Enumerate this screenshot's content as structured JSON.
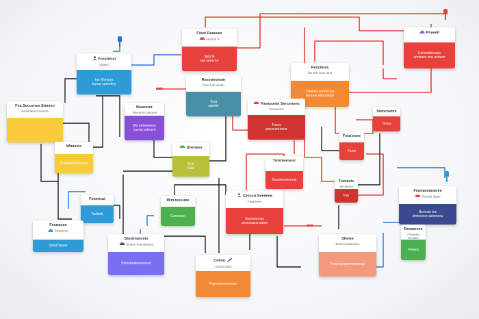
{
  "colors": {
    "red": "#e8403a",
    "orange": "#f28a35",
    "yellow": "#f7cb3a",
    "olive": "#b9c03a",
    "blue": "#2e9bd6",
    "teal": "#4a8fa8",
    "purple": "#8a4fd8",
    "indigo": "#7a6ff0",
    "green": "#4caf50",
    "navy": "#3a4a8f",
    "salmon": "#f49a7c",
    "darkred": "#d0342f",
    "wire_red": "#e8403a",
    "wire_blue": "#2b6fd6",
    "wire_black": "#1e1e1e"
  },
  "cards": [
    {
      "id": "c1",
      "head": "Fosstmun",
      "sub": "Inpaso",
      "body": "Ine ffhmiore\nlayout sumntmy",
      "color": "blue",
      "icon": "user-icon",
      "iconColor": "#3a4a8f"
    },
    {
      "id": "c2",
      "head": "Cteat Reaesse",
      "sub": "Aeeeed te",
      "body": "Sppcte\nsail seeeron",
      "color": "red",
      "icon": "car-icon",
      "iconColor": "#e8403a"
    },
    {
      "id": "c3",
      "head": "Reseoeomon",
      "sub": "Fiaw bail enebn",
      "body": "Tesa\nsaeetis",
      "color": "teal",
      "icon": "",
      "iconColor": ""
    },
    {
      "id": "c4",
      "head": "Resciioes",
      "sub": "fiisr tete brsa taret",
      "body": "Tidatiee serniecine\nneranie ebtaraeion",
      "color": "orange",
      "icon": "",
      "iconColor": ""
    },
    {
      "id": "c5",
      "head": "Pnaeeil",
      "sub": "",
      "body": "Coneraticieace\nannieers toei ainbem",
      "color": "red",
      "icon": "cloud-icon",
      "iconColor": "#7a6ff0"
    },
    {
      "id": "c6",
      "head": "Fsa Seccenes Stmeen",
      "sub": "Iarmetaeern bsmnie",
      "body": "",
      "color": "yellow",
      "icon": "",
      "iconColor": ""
    },
    {
      "id": "c7",
      "head": "Bsaentor",
      "sub": "Teeeerten ateuine",
      "body": "Bfs eeloeemen\ncaorat sebecnt",
      "color": "purple",
      "icon": "",
      "iconColor": ""
    },
    {
      "id": "c8",
      "head": "Foeaoonin Sercenens",
      "sub": "Fsseesuce",
      "body": "Fseor\npseesantionar",
      "color": "darkred",
      "icon": "car-icon",
      "iconColor": "#e8403a"
    },
    {
      "id": "c9",
      "head": "Stebcsetns",
      "sub": "",
      "body": "Tenas",
      "color": "red",
      "icon": "",
      "iconColor": ""
    },
    {
      "id": "c10",
      "head": "Whaeies",
      "sub": "",
      "body": "Suseeaersbanuvo",
      "color": "yellow",
      "icon": "",
      "iconColor": ""
    },
    {
      "id": "c11",
      "head": "Shenbes",
      "sub": "",
      "body": "Doe\nSate",
      "color": "olive",
      "icon": "car-icon",
      "iconColor": "#4caf50"
    },
    {
      "id": "c12",
      "head": "Feisisieee",
      "sub": "",
      "body": "Faeie",
      "color": "red",
      "icon": "",
      "iconColor": ""
    },
    {
      "id": "c13",
      "head": "Tnlsmeesesr",
      "sub": "",
      "body": "Deaniessteanae",
      "color": "red",
      "icon": "",
      "iconColor": ""
    },
    {
      "id": "c14",
      "head": "Feerasts",
      "sub": "Sesiaeres",
      "body": "Fas",
      "color": "darkred",
      "icon": "",
      "iconColor": ""
    },
    {
      "id": "c15",
      "head": "Feamisat",
      "sub": "",
      "body": "Tacibeb",
      "color": "blue",
      "icon": "",
      "iconColor": ""
    },
    {
      "id": "c16",
      "head": "Mim teesuoe",
      "sub": "",
      "body": "Gaeseaet",
      "color": "green",
      "icon": "",
      "iconColor": ""
    },
    {
      "id": "c17",
      "head": "Cessco Seeeeea",
      "sub": "Faaeesee",
      "body": "Saeoeeenan\nansreeaesnsaton",
      "color": "red",
      "icon": "user-icon",
      "iconColor": "#8a4fd8"
    },
    {
      "id": "c18",
      "head": "Feunaeeanaoee",
      "sub": "Pscaeit Iattes",
      "body": "Nesirste tee\nstnfoeeoe sanesesu",
      "color": "navy",
      "icon": "car-icon",
      "iconColor": "#e8403a"
    },
    {
      "id": "c19",
      "head": "Fsenaoee",
      "sub": "Sasseeee",
      "body": "Ssnd Nesse",
      "color": "blue",
      "icon": "cloud-icon",
      "iconColor": "#2e9bd6"
    },
    {
      "id": "c20",
      "head": "Stesbnarosts",
      "sub": "Sestee Sosnaetsioe",
      "body": "Stessbasteseesoee",
      "color": "indigo",
      "icon": "car-icon",
      "iconColor": "#555"
    },
    {
      "id": "c21",
      "head": "Cetion",
      "sub": "Seeast faes",
      "body": "Faeeeteseaeoese",
      "color": "orange",
      "icon": "pen-icon",
      "iconColor": "#3a4a8f"
    },
    {
      "id": "c22",
      "head": "Stteiee",
      "sub": "Beseoeriataniaen",
      "body": "Fesrnamaneeeseeeas",
      "color": "salmon",
      "icon": "",
      "iconColor": ""
    },
    {
      "id": "c23",
      "head": "Reeasrses",
      "sub": "Fssaeee Secaen",
      "body": "Feiaeg",
      "color": "green",
      "icon": "",
      "iconColor": ""
    }
  ]
}
